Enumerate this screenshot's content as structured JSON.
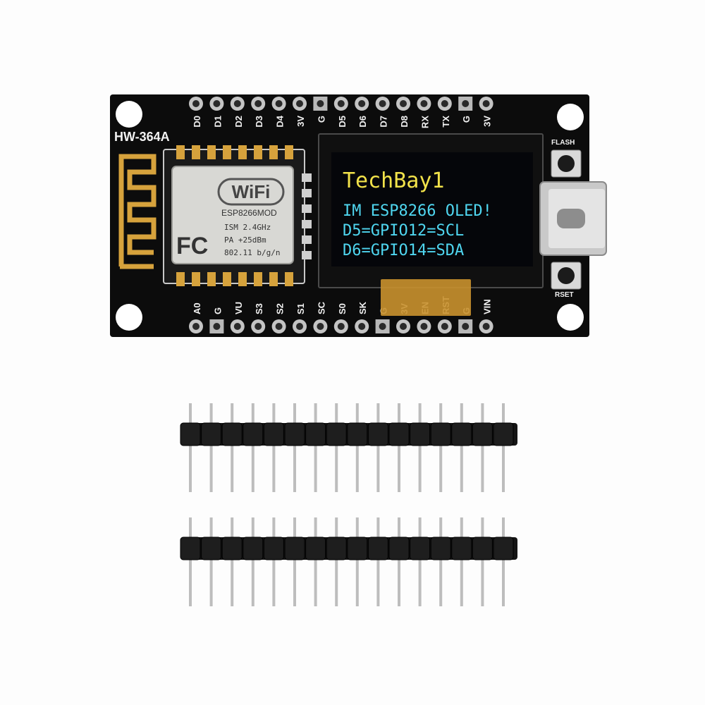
{
  "board": {
    "model": "HW-364A",
    "top_pins": [
      "D0",
      "D1",
      "D2",
      "D3",
      "D4",
      "3V",
      "G",
      "D5",
      "D6",
      "D7",
      "D8",
      "RX",
      "TX",
      "G",
      "3V"
    ],
    "bottom_pins": [
      "A0",
      "G",
      "VU",
      "S3",
      "S2",
      "S1",
      "SC",
      "S0",
      "SK",
      "G",
      "3V",
      "EN",
      "RST",
      "G",
      "VIN"
    ],
    "buttons": {
      "flash": "FLASH",
      "reset": "RSET"
    },
    "module": {
      "wifi_logo": "WiFi",
      "name": "ESP8266MOD",
      "fcc": "FC",
      "spec_lines": [
        "ISM  2.4GHz",
        "PA  +25dBm",
        "802.11 b/g/n"
      ]
    },
    "colors": {
      "pcb": "#111111",
      "silk": "#f2f2f2",
      "gold": "#d6a23c"
    }
  },
  "oled": {
    "line1": "TechBay1",
    "line2": "IM ESP8266 OLED!",
    "line3": "D5=GPIO12=SCL",
    "line4": "D6=GPIO14=SDA",
    "colors": {
      "yellow": "#f2e24a",
      "cyan": "#4fd6f0"
    }
  },
  "headers": {
    "rows": 2,
    "pins_per_row": 16
  }
}
